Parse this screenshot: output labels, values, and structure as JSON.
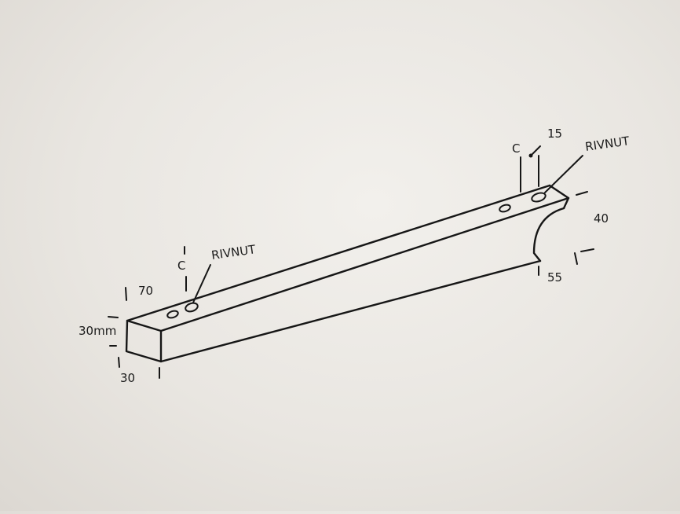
{
  "sketch": {
    "labels": {
      "rivnut_left": "RIVNUT",
      "rivnut_right": "RIVNUT",
      "c_left": "C",
      "c_right": "C",
      "dim_70": "70",
      "dim_30mm": "30mm",
      "dim_30": "30",
      "dim_15": "15",
      "dim_40": "40",
      "dim_55": "55"
    }
  }
}
